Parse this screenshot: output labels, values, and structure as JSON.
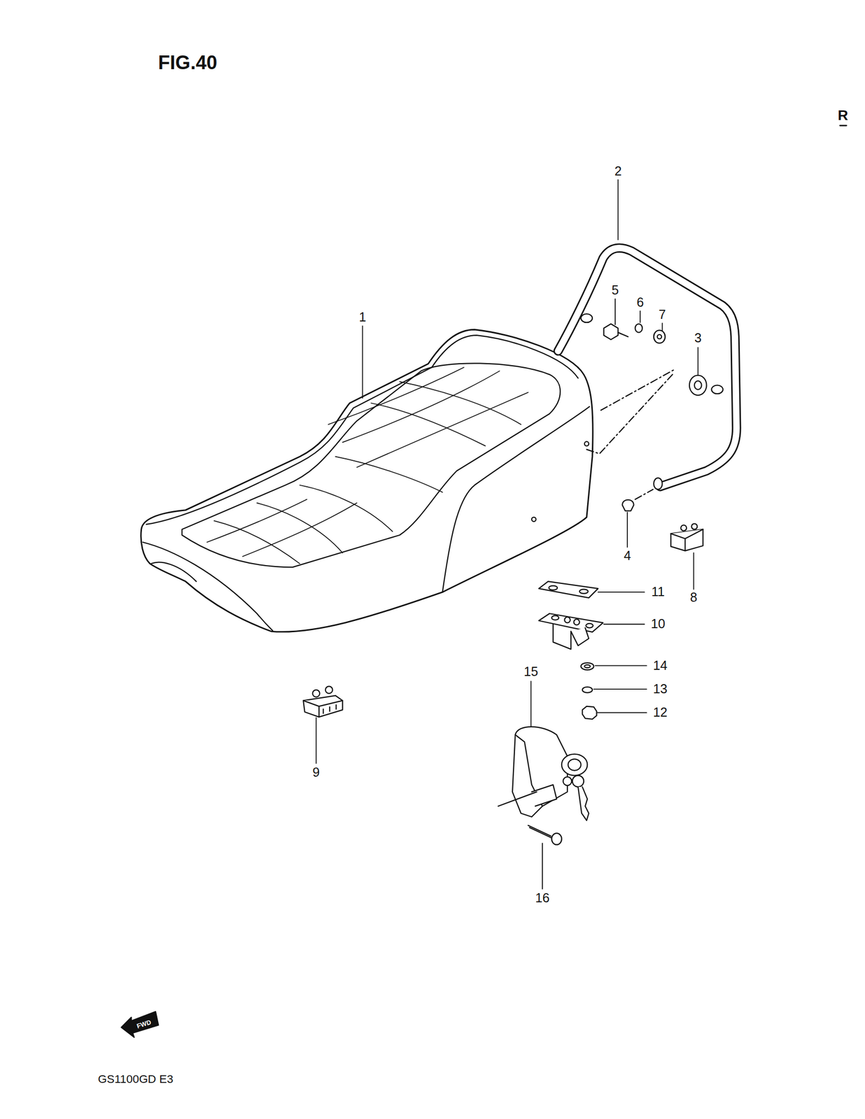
{
  "diagram": {
    "title": "FIG.40",
    "labels": [
      "R",
      "2",
      "5",
      "6",
      "7",
      "3",
      "1",
      "4",
      "8",
      "11",
      "10",
      "14",
      "13",
      "12",
      "15",
      "9",
      "16",
      "FWD",
      "GS1100GD E3"
    ]
  }
}
